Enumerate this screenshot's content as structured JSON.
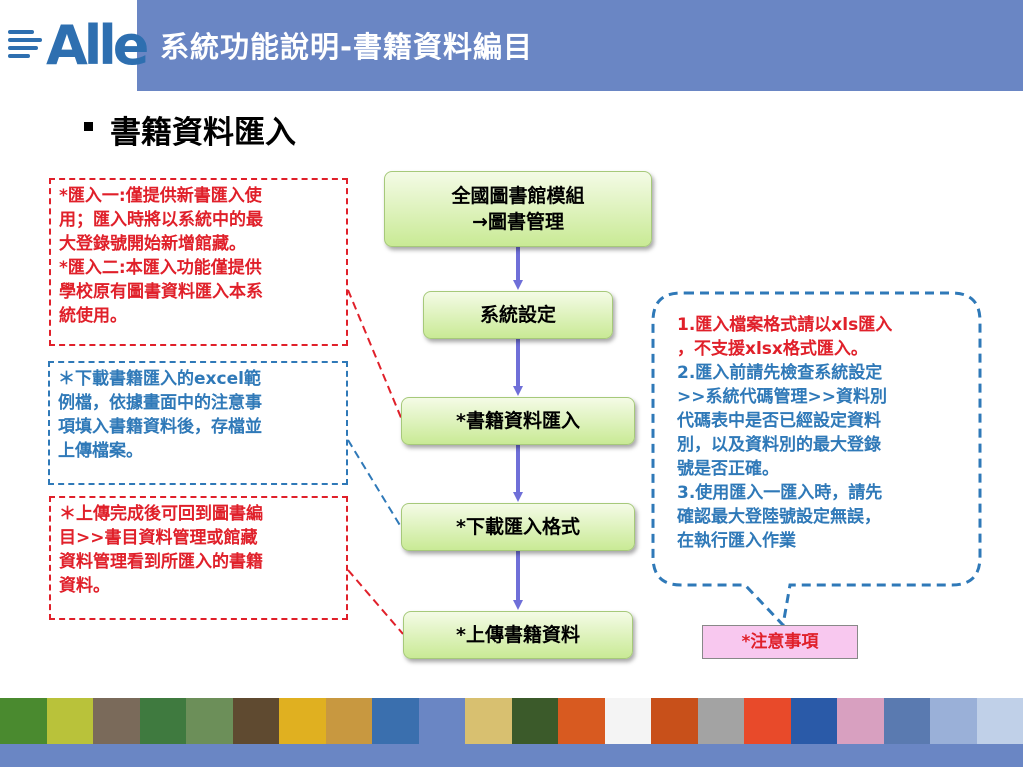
{
  "header": {
    "logo_text": "Alle",
    "title": "系統功能說明-書籍資料編目",
    "background": "#6a86c4"
  },
  "heading": "書籍資料匯入",
  "notes": {
    "note1": {
      "color": "#e0202a",
      "lines": [
        "*匯入一:僅提供新書匯入使",
        "用；匯入時將以系統中的最",
        "大登錄號開始新增館藏。",
        "*匯入二:本匯入功能僅提供",
        "學校原有圖書資料匯入本系",
        "統使用。"
      ]
    },
    "note2": {
      "color": "#2f79b8",
      "lines": [
        "＊下載書籍匯入的excel範",
        "例檔，依據畫面中的注意事",
        "項填入書籍資料後，存檔並",
        "上傳檔案。"
      ]
    },
    "note3": {
      "color": "#e0202a",
      "lines": [
        "＊上傳完成後可回到圖書編",
        "目>>書目資料管理或館藏",
        "資料管理看到所匯入的書籍",
        "資料。"
      ]
    }
  },
  "flow": {
    "step1_line1": "全國圖書館模組",
    "step1_line2": "→圖書管理",
    "step2": "系統設定",
    "step3": "*書籍資料匯入",
    "step4": "*下載匯入格式",
    "step5": "*上傳書籍資料",
    "arrow_color": "#6f6fd8"
  },
  "callout": {
    "red_lines": [
      "1.匯入檔案格式請以xls匯入",
      "，不支援xlsx格式匯入。"
    ],
    "blue_lines": [
      "2.匯入前請先檢查系統設定",
      ">>系統代碼管理>>資料別",
      "代碼表中是否已經設定資料",
      "別，以及資料別的最大登錄",
      "號是否正確。",
      "3.使用匯入一匯入時，請先",
      "確認最大登陸號設定無誤，",
      "在執行匯入作業"
    ],
    "caution_label": "*注意事項"
  },
  "footer": {
    "strip_colors": [
      "#4a8a2f",
      "#b9c23a",
      "#7a6a5a",
      "#3f7a3f",
      "#6c8f59",
      "#5f4a30",
      "#e0b020",
      "#c89840",
      "#3a6fae",
      "#6a86c4",
      "#d8c070",
      "#3b5a2a",
      "#d85a20",
      "#f4f4f4",
      "#c8501a",
      "#a3a3a3",
      "#e84a2a",
      "#2a5aa8",
      "#d8a0c0",
      "#5a7ab0",
      "#9ab0d8",
      "#c0d0e8"
    ],
    "bar_color": "#6a86c4"
  }
}
